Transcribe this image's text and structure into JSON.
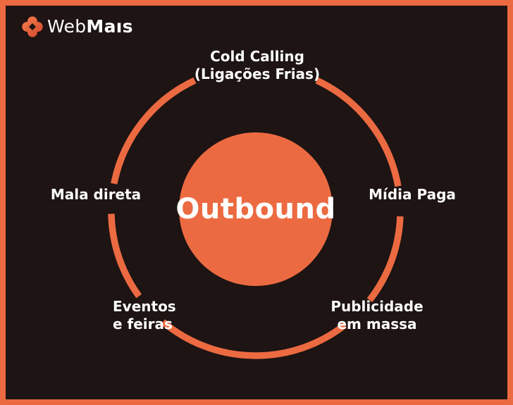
{
  "page": {
    "background": "#1D1413",
    "accent_orange": "#EC6A41",
    "text_color": "#FFFFFF",
    "border_color": "#EC6A41"
  },
  "logo": {
    "icon": "webmais-quatrefoil-icon",
    "brand_prefix": "Web",
    "brand_suffix": "Maıs"
  },
  "diagram": {
    "type": "circular-hub-diagram",
    "center_label": "Outbound",
    "nodes": [
      {
        "id": "cold-calling",
        "line1": "Cold Calling",
        "line2": "(Ligações Frias)",
        "position": "top"
      },
      {
        "id": "midia-paga",
        "line1": "Mídia Paga",
        "line2": "",
        "position": "right"
      },
      {
        "id": "publicidade-em-massa",
        "line1": "Publicidade",
        "line2": "em massa",
        "position": "bottom-right"
      },
      {
        "id": "eventos-e-feiras",
        "line1": "Eventos",
        "line2": "e feiras",
        "position": "bottom-left"
      },
      {
        "id": "mala-direta",
        "line1": "Mala direta",
        "line2": "",
        "position": "left"
      }
    ]
  }
}
